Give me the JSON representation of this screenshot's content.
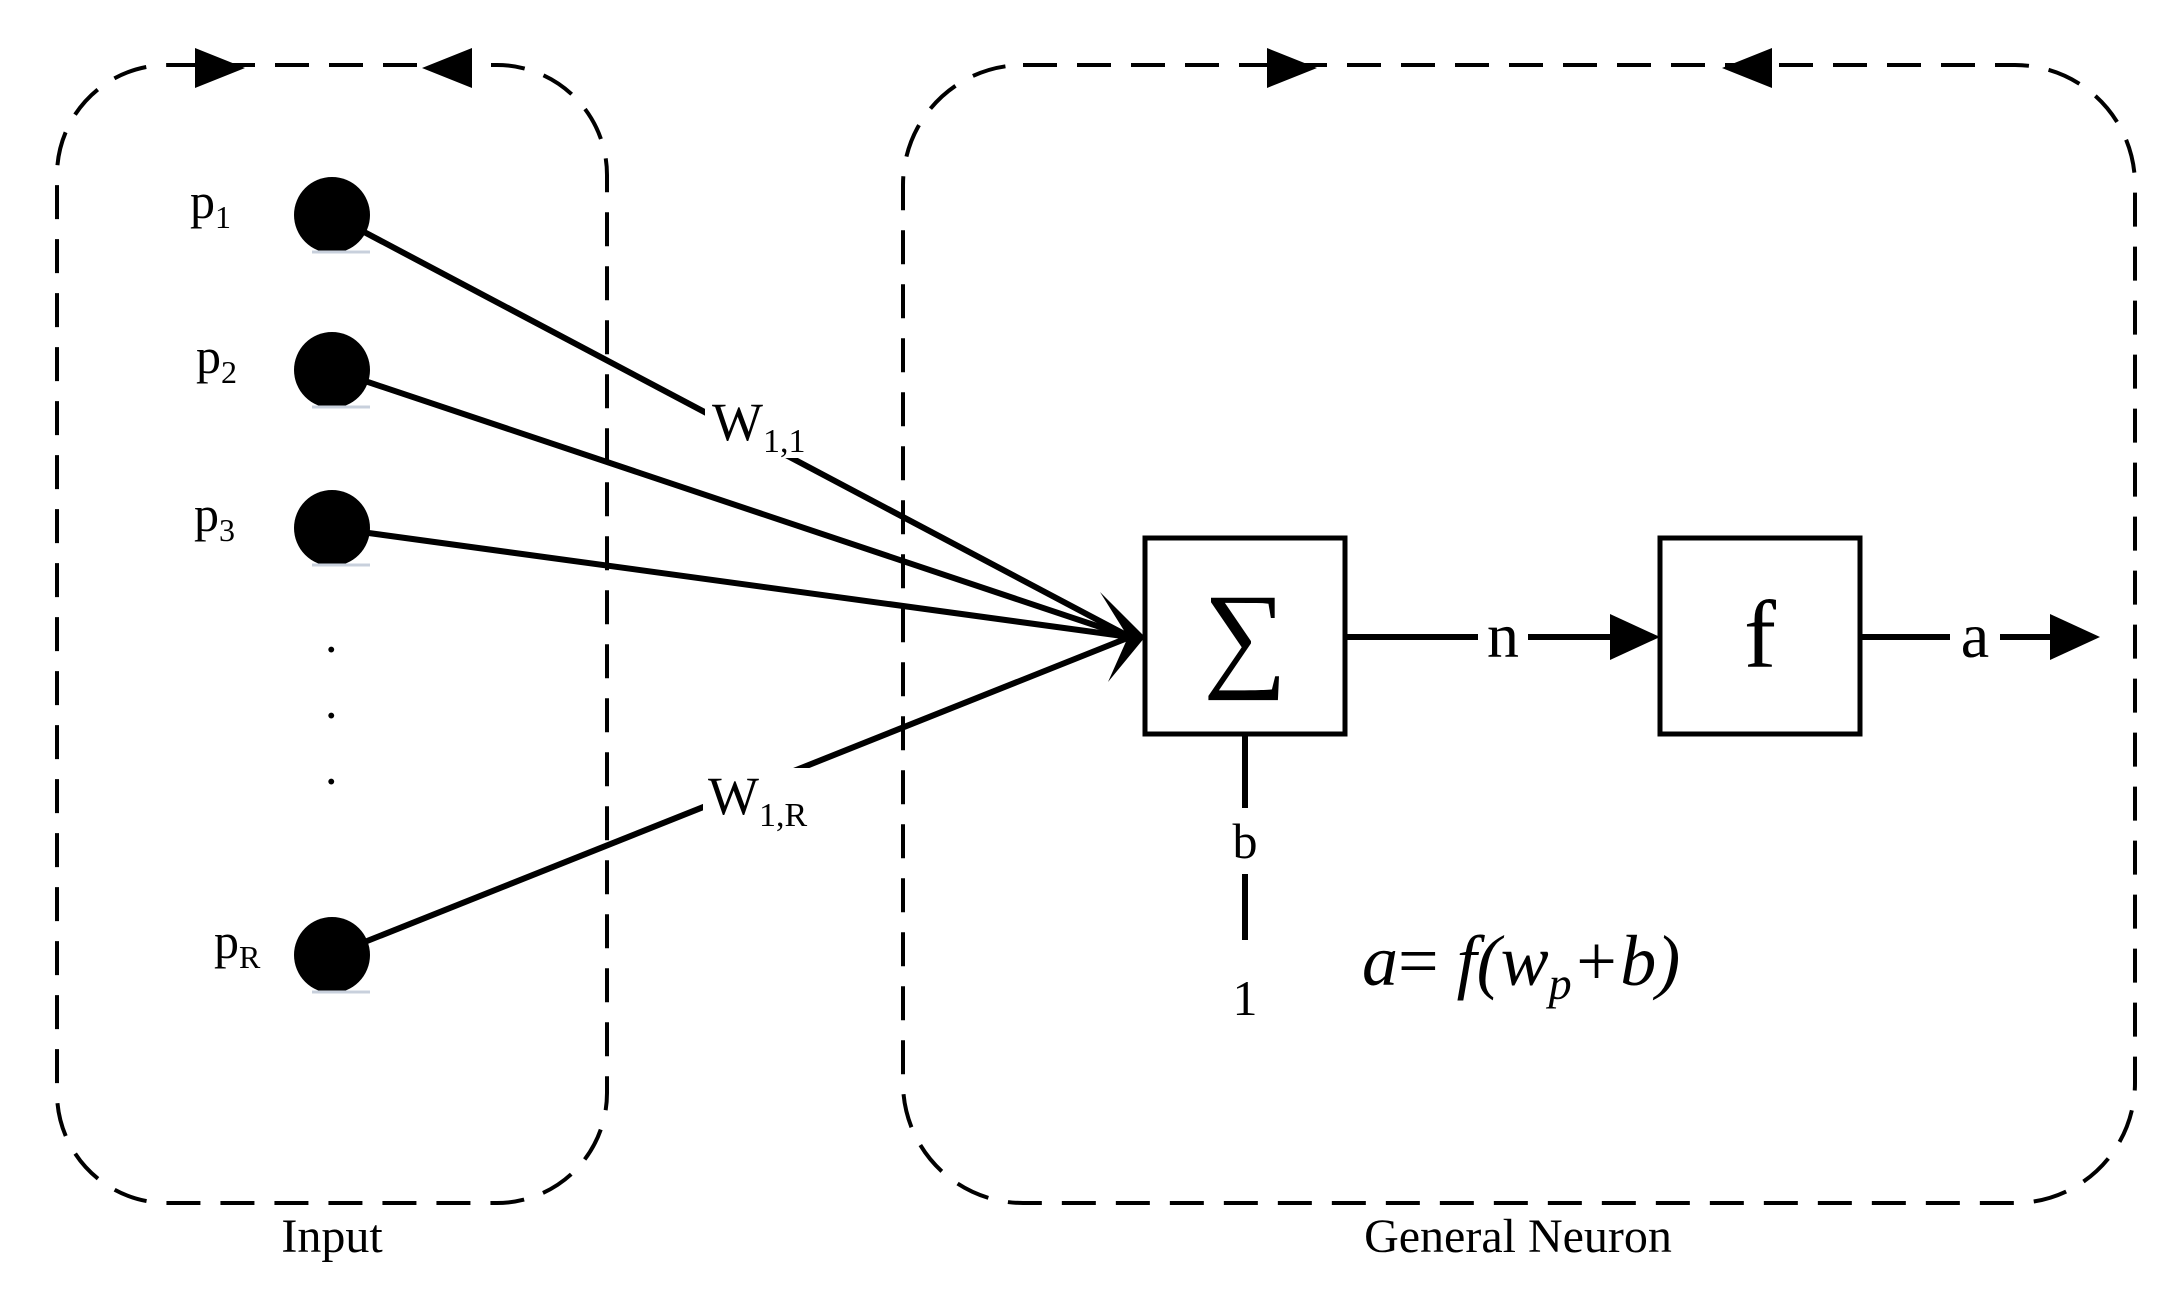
{
  "inputs": [
    {
      "base": "p",
      "sub": "1"
    },
    {
      "base": "p",
      "sub": "2"
    },
    {
      "base": "p",
      "sub": "3"
    },
    {
      "base": "p",
      "sub": "R"
    }
  ],
  "ellipsis_dots": [
    ".",
    ".",
    "."
  ],
  "weights": [
    {
      "base": "W",
      "sub": "1,1"
    },
    {
      "base": "W",
      "sub": "1,R"
    }
  ],
  "sum_symbol": "∑",
  "bias_label": "b",
  "bias_input": "1",
  "net_label": "n",
  "transfer_label": "f",
  "output_label": "a",
  "formula": {
    "lhs": "a",
    "eq": "= ",
    "f": "f",
    "open": "(",
    "w": "w",
    "w_sub": "p",
    "plus": "+",
    "b": "b",
    "close": ")"
  },
  "group_labels": {
    "input": "Input",
    "neuron": "General Neuron"
  },
  "colors": {
    "ink": "#000000",
    "background": "#ffffff"
  }
}
